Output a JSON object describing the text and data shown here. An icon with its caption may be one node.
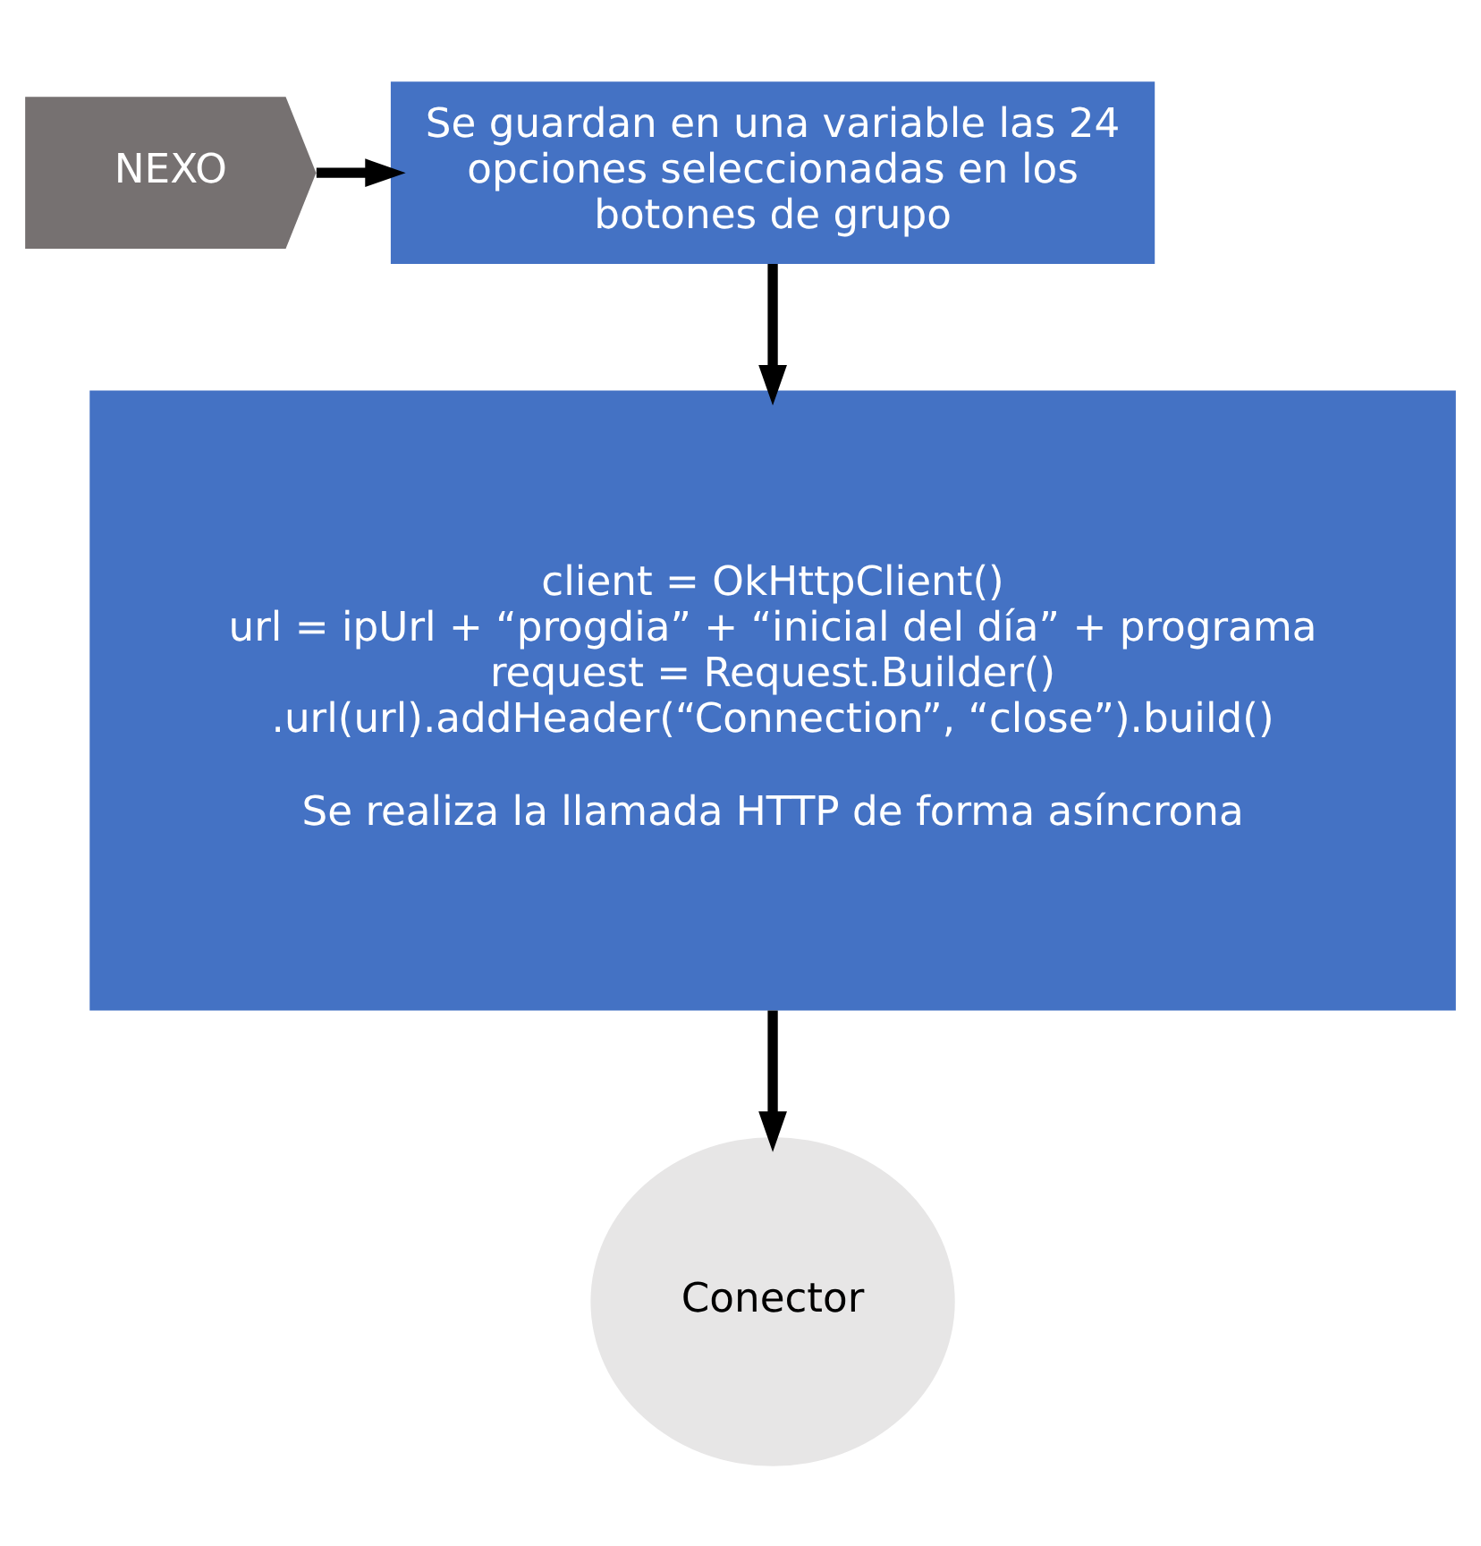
{
  "diagram": {
    "nodes": [
      {
        "text": [
          "NEXO"
        ]
      },
      {
        "text": [
          "Se guardan en una variable las 24 opciones seleccionadas en los botones de grupo"
        ]
      },
      {
        "text": [
          "client = OkHttpClient()",
          "url = ipUrl + “progdia” + “inicial del día” + programa",
          "request = Request.Builder() .url(url).addHeader(“Connection”, “close”).build()",
          "Se realiza la llamada HTTP de forma asíncrona"
        ]
      },
      {
        "text": [
          "Conector"
        ]
      }
    ],
    "edges": [
      {
        "from": 0,
        "to": 1,
        "arrow": "to"
      },
      {
        "from": 1,
        "to": 2,
        "arrow": "to"
      },
      {
        "from": 2,
        "to": 3,
        "arrow": "to"
      }
    ]
  }
}
